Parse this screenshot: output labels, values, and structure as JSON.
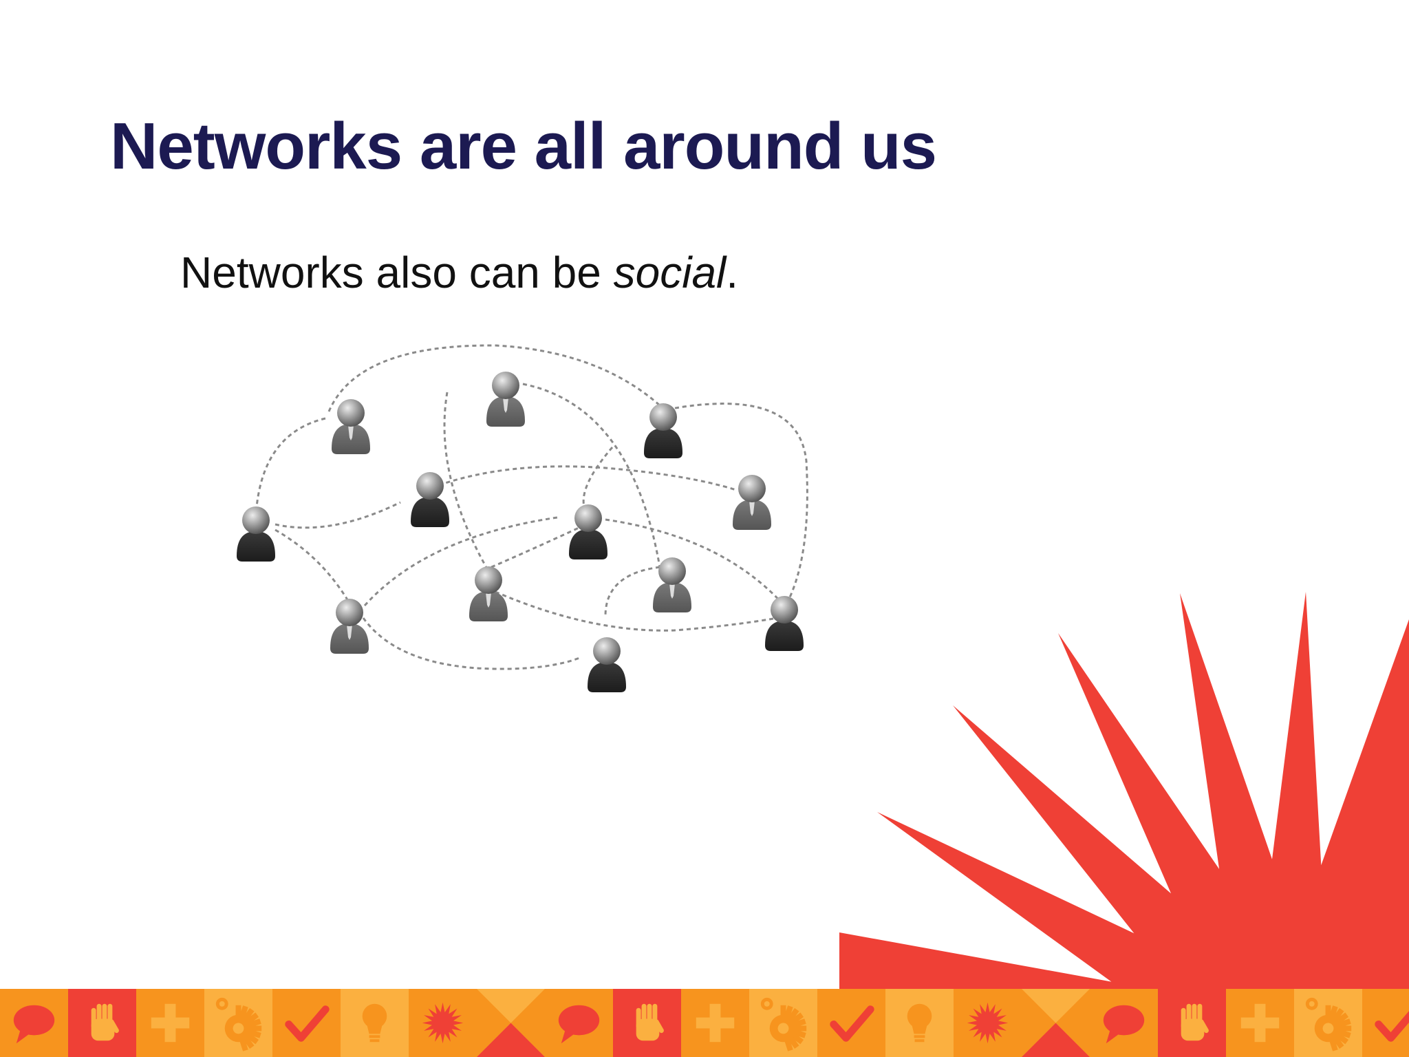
{
  "slide": {
    "title": "Networks are all around us",
    "body_prefix": "Networks also can be ",
    "body_emphasis": "social",
    "body_suffix": "."
  },
  "network": {
    "people": [
      {
        "id": "p1",
        "style": "gray"
      },
      {
        "id": "p2",
        "style": "gray"
      },
      {
        "id": "p3",
        "style": "dark"
      },
      {
        "id": "p4",
        "style": "dark"
      },
      {
        "id": "p5",
        "style": "gray"
      },
      {
        "id": "p6",
        "style": "dark"
      },
      {
        "id": "p7",
        "style": "dark"
      },
      {
        "id": "p8",
        "style": "gray"
      },
      {
        "id": "p9",
        "style": "gray"
      },
      {
        "id": "p10",
        "style": "gray"
      },
      {
        "id": "p11",
        "style": "dark"
      },
      {
        "id": "p12",
        "style": "dark"
      }
    ]
  },
  "colors": {
    "title": "#1c1a52",
    "starburst": "#ef4036",
    "footer_orange": "#f7941e",
    "footer_red": "#ef4036",
    "footer_yellow": "#fbb040"
  },
  "footer": {
    "tiles": [
      {
        "icon": "speech-bubble-icon",
        "bg": "#f7941e"
      },
      {
        "icon": "hand-icon",
        "bg": "#ef4036"
      },
      {
        "icon": "plus-icon",
        "bg": "#f7941e"
      },
      {
        "icon": "gear-icon",
        "bg": "#fbb040"
      },
      {
        "icon": "checkmark-icon",
        "bg": "#f7941e"
      },
      {
        "icon": "lightbulb-icon",
        "bg": "#fbb040"
      },
      {
        "icon": "burst-icon",
        "bg": "#f7941e"
      },
      {
        "icon": "hourglass-icon",
        "bg": "#fbb040"
      },
      {
        "icon": "speech-bubble-icon",
        "bg": "#f7941e"
      },
      {
        "icon": "hand-icon",
        "bg": "#ef4036"
      },
      {
        "icon": "plus-icon",
        "bg": "#f7941e"
      },
      {
        "icon": "gear-icon",
        "bg": "#fbb040"
      },
      {
        "icon": "checkmark-icon",
        "bg": "#f7941e"
      },
      {
        "icon": "lightbulb-icon",
        "bg": "#fbb040"
      },
      {
        "icon": "burst-icon",
        "bg": "#f7941e"
      },
      {
        "icon": "hourglass-icon",
        "bg": "#fbb040"
      },
      {
        "icon": "speech-bubble-icon",
        "bg": "#f7941e"
      },
      {
        "icon": "hand-icon",
        "bg": "#ef4036"
      },
      {
        "icon": "plus-icon",
        "bg": "#f7941e"
      },
      {
        "icon": "gear-icon",
        "bg": "#fbb040"
      },
      {
        "icon": "checkmark-icon",
        "bg": "#f7941e"
      }
    ]
  }
}
